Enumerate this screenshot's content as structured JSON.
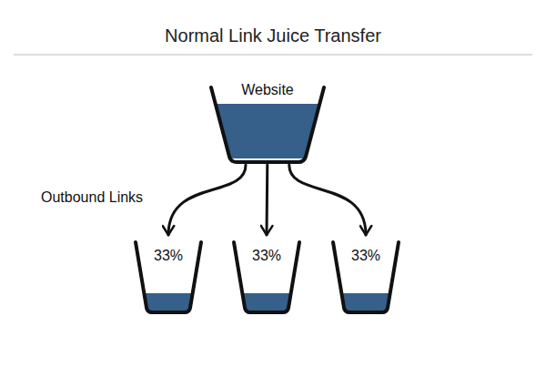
{
  "diagram": {
    "title": "Normal Link Juice Transfer",
    "nodes": [
      {
        "text": [
          "Website"
        ]
      },
      {
        "text": [
          "33%"
        ]
      },
      {
        "text": [
          "33%"
        ]
      },
      {
        "text": [
          "33%"
        ]
      }
    ],
    "edges": [
      {
        "from": 0,
        "to": 1,
        "arrow": "to"
      },
      {
        "from": 0,
        "to": 2,
        "arrow": "to"
      },
      {
        "from": 0,
        "to": 3,
        "arrow": "to"
      }
    ],
    "labels": [
      "Outbound Links"
    ]
  }
}
